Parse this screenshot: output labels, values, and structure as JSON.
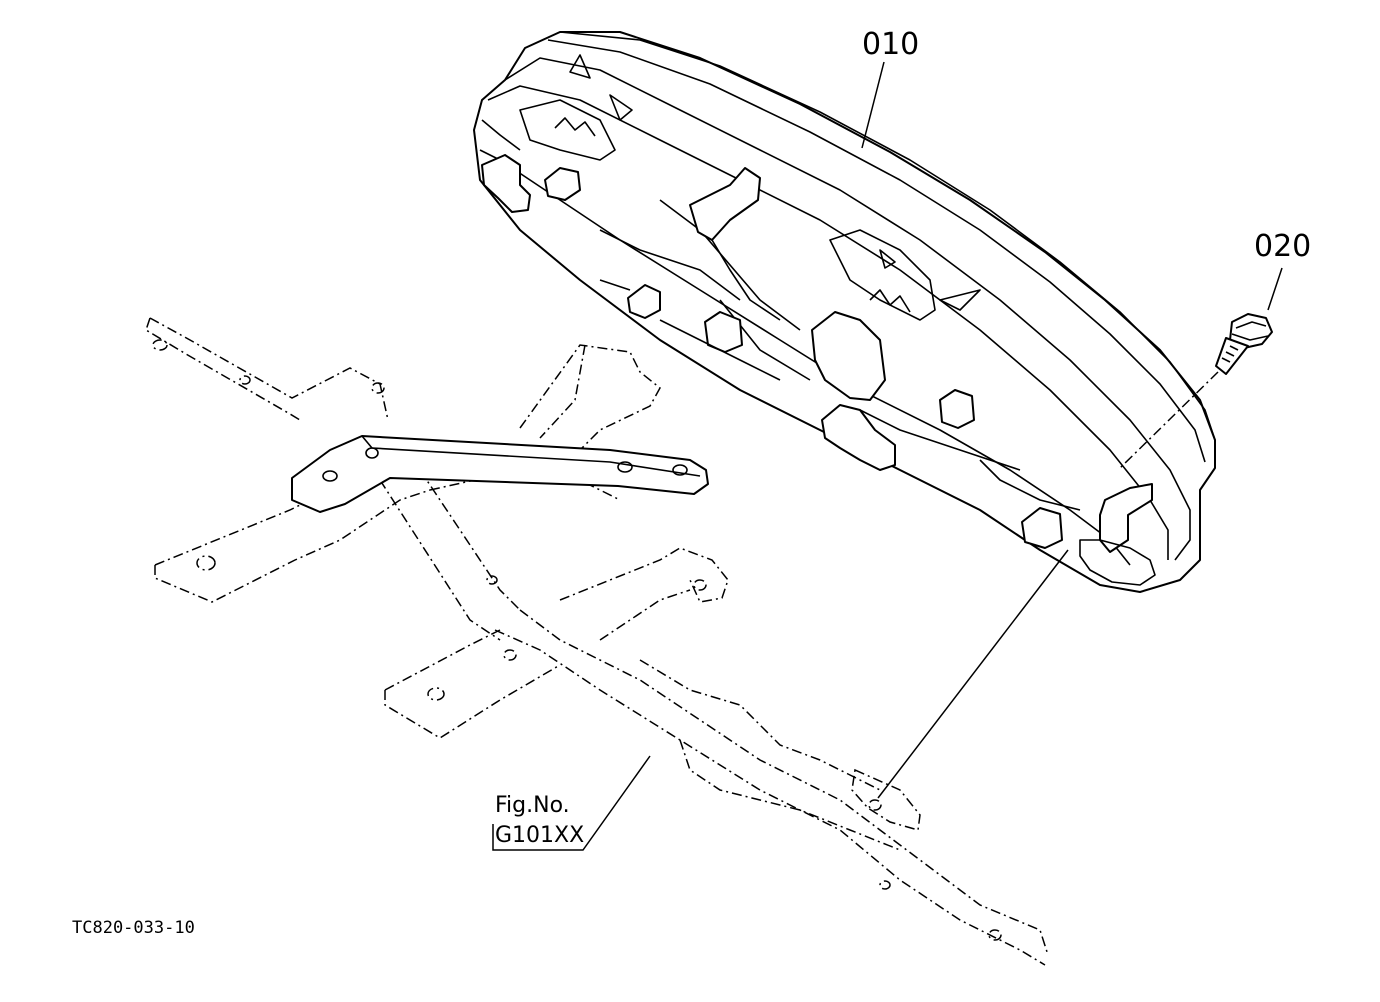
{
  "callouts": {
    "part_010": "010",
    "part_020": "020"
  },
  "figure_ref": {
    "line1": "Fig.No.",
    "line2": "G101XX"
  },
  "drawing_code": "TC820-033-10",
  "colors": {
    "ink": "#000000",
    "paper": "#ffffff"
  }
}
